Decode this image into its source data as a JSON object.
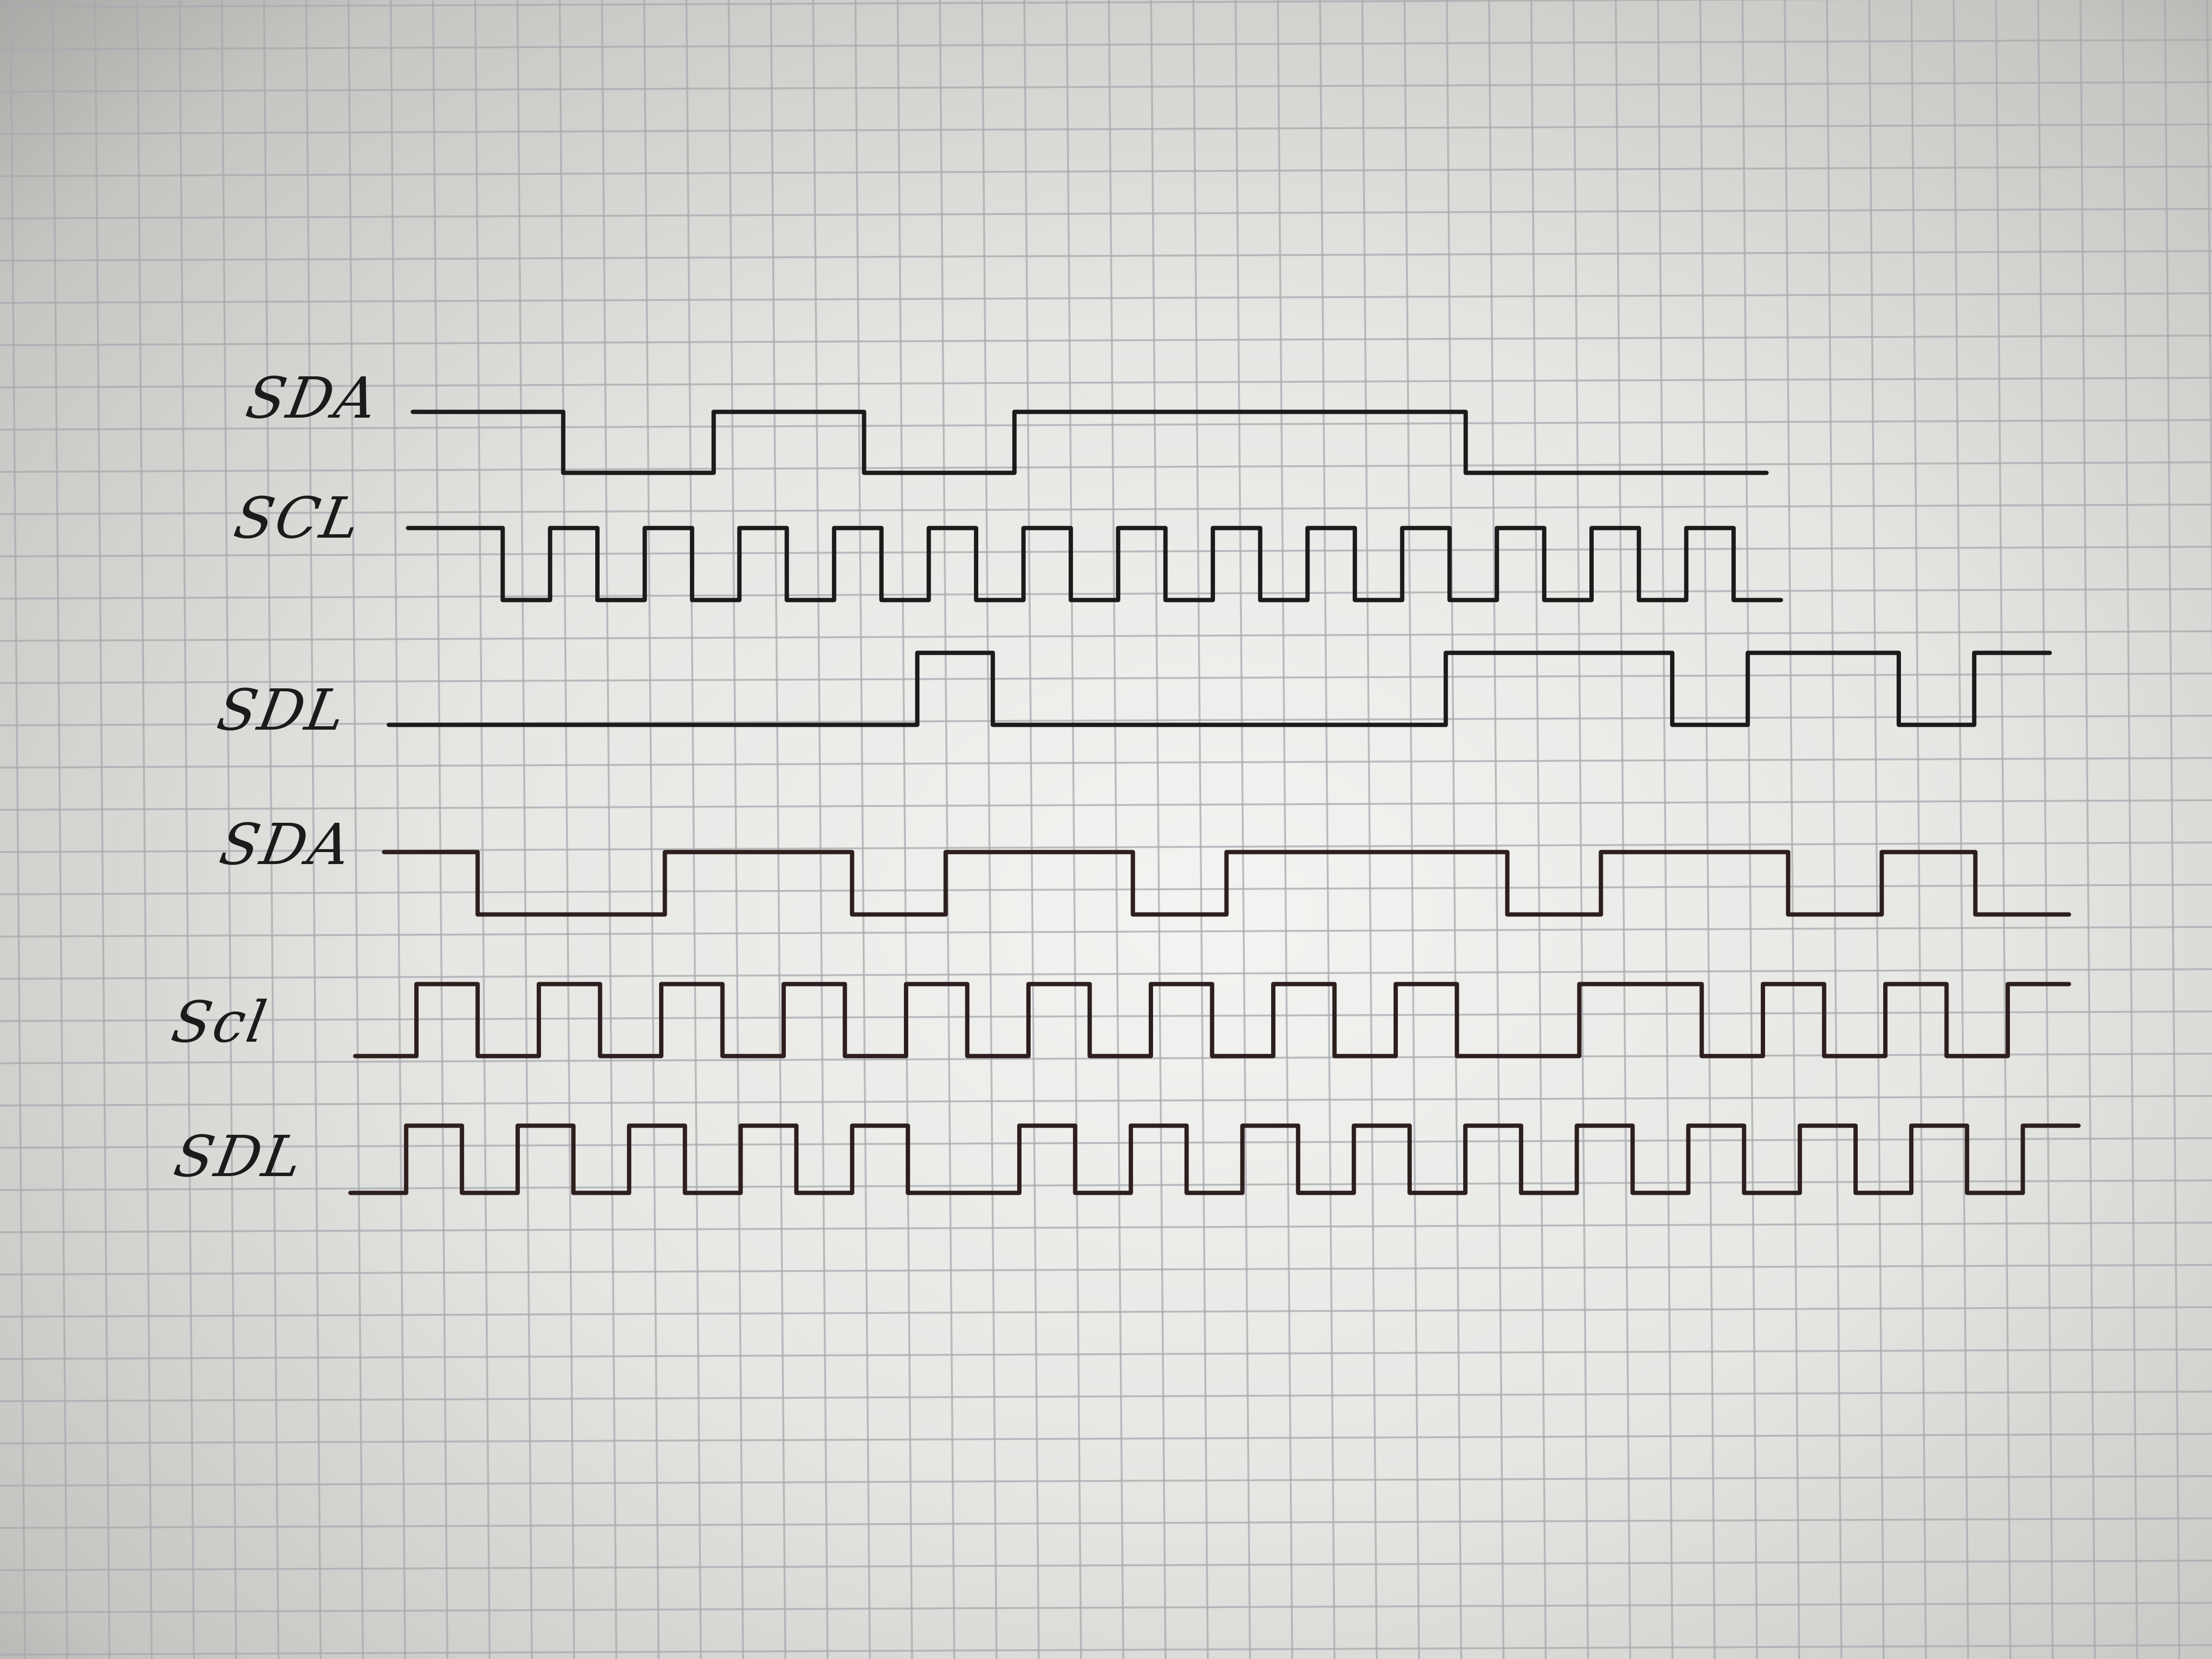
{
  "diagram": {
    "rows": [
      {
        "label": "SDA",
        "levels": [
          1,
          0,
          1,
          0,
          1,
          1,
          1,
          0,
          0
        ]
      },
      {
        "label": "SCL",
        "levels": [
          1,
          1,
          0,
          1,
          0,
          1,
          0,
          1,
          0,
          1,
          0,
          1,
          0,
          1,
          0,
          1,
          0,
          1,
          0,
          1,
          0,
          1,
          0,
          1,
          0,
          1,
          0,
          1,
          0
        ]
      },
      {
        "label": "SDL",
        "levels": [
          0,
          0,
          0,
          0,
          0,
          0,
          0,
          1,
          0,
          0,
          0,
          0,
          0,
          0,
          1,
          1,
          1,
          0,
          1,
          1,
          0,
          1
        ]
      },
      {
        "label": "SDA",
        "levels": [
          1,
          0,
          0,
          1,
          1,
          0,
          1,
          1,
          0,
          1,
          1,
          1,
          0,
          1,
          1,
          0,
          1,
          0
        ]
      },
      {
        "label": "Scl",
        "levels": [
          0,
          1,
          0,
          1,
          0,
          1,
          0,
          1,
          0,
          1,
          0,
          1,
          0,
          1,
          0,
          1,
          0,
          1,
          0,
          0,
          1,
          1,
          0,
          1,
          0,
          1,
          0,
          1
        ]
      },
      {
        "label": "SDL",
        "levels": [
          0,
          1,
          0,
          1,
          0,
          1,
          0,
          1,
          0,
          1,
          0,
          0,
          1,
          0,
          1,
          0,
          1,
          0,
          1,
          0,
          1,
          0,
          1,
          0,
          1,
          0,
          1,
          0,
          1,
          0,
          1
        ]
      }
    ]
  },
  "colors": {
    "ink": "#1c1a1a",
    "ink_brown": "#2e1f1f",
    "grid": "#a8aab0",
    "paper": "#ededeb"
  }
}
